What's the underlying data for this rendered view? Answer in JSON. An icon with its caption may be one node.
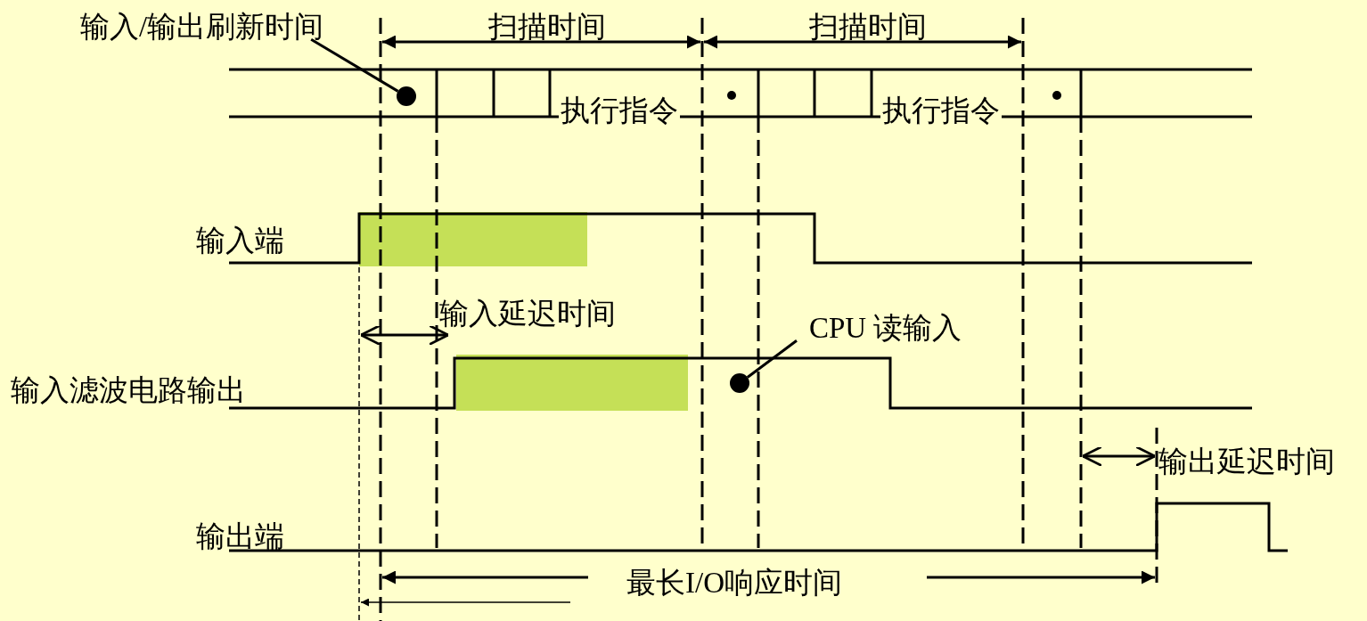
{
  "diagram": {
    "nodes": [
      {
        "text": [
          "输入/输出刷新时间"
        ]
      },
      {
        "text": [],
        "shape": "circle"
      },
      {
        "text": [
          "CPU 读输入"
        ]
      },
      {
        "text": [],
        "shape": "circle"
      }
    ],
    "edges": [
      {
        "from": 0,
        "to": 1,
        "arrow": "none"
      },
      {
        "from": 2,
        "to": 3,
        "arrow": "none"
      }
    ],
    "labels": [
      "扫描时间",
      "扫描时间",
      "执行指令",
      "执行指令",
      "输入端",
      "输入延迟时间",
      "输入滤波电路输出",
      "输出延迟时间",
      "输出端",
      "最长I/O响应时间"
    ]
  }
}
